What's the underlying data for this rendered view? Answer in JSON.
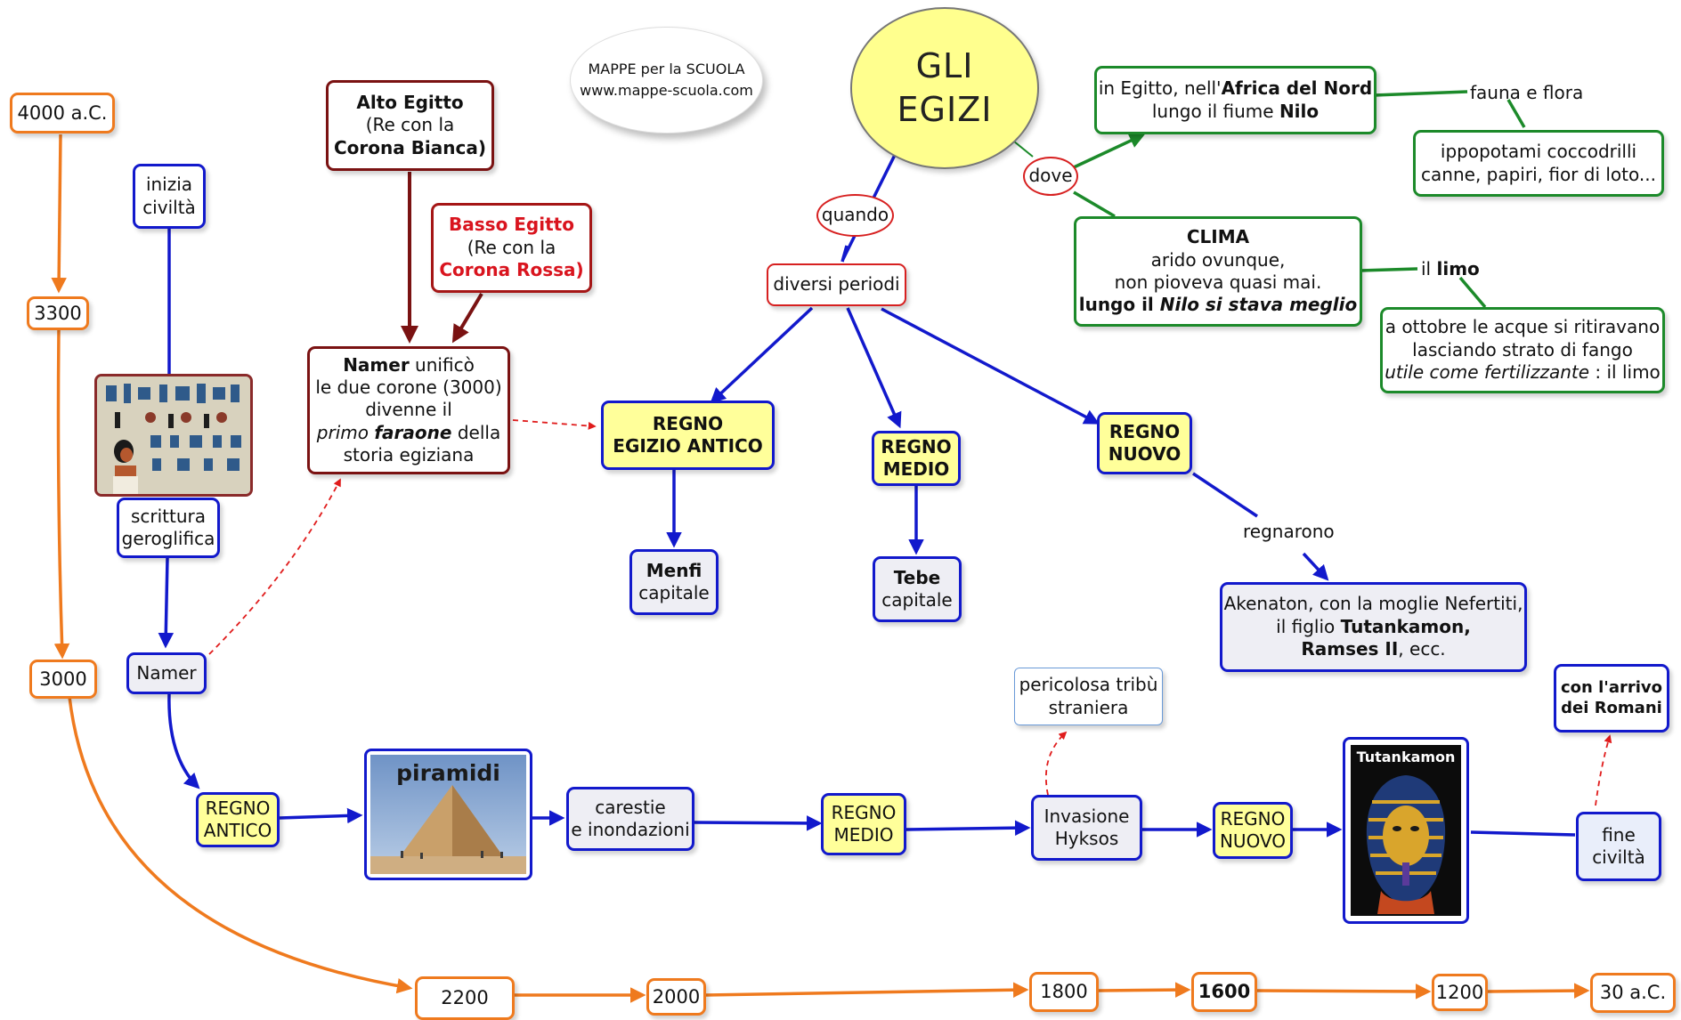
{
  "header": {
    "title_lines": [
      "GLI",
      "EGIZI"
    ],
    "source_lines": [
      "MAPPE per la SCUOLA",
      "www.mappe-scuola.com"
    ]
  },
  "colors": {
    "timeline": "#ef7a1e",
    "flow": "#1219cc",
    "geography": "#1c8a2a",
    "pharaoh": "#7a1212",
    "period": "#ffff9a"
  },
  "timeline": {
    "dates": [
      "4000 a.C.",
      "3300",
      "3000",
      "2200",
      "2000",
      "1800",
      "1600",
      "1200",
      "30 a.C."
    ]
  },
  "writing": {
    "inizia": [
      "inizia",
      "civiltà"
    ],
    "scrittura": [
      "scrittura",
      "geroglifica"
    ],
    "namer": "Namer"
  },
  "egypt_kingdoms": {
    "alto": [
      "Alto Egitto",
      "(Re con la",
      "Corona Bianca)"
    ],
    "basso": [
      "Basso Egitto",
      "(Re con la",
      "Corona Rossa)"
    ],
    "namer_unifico": {
      "l1a": "Namer",
      "l1b": " unificò",
      "l2": "le due corone (3000)",
      "l3": "divenne il",
      "l4a": "primo",
      "l4b": "faraone",
      "l4c": " della",
      "l5": "storia egiziana"
    }
  },
  "when": {
    "quando": "quando",
    "diversi_periodi": "diversi periodi",
    "regno_antico": [
      "REGNO",
      "EGIZIO ANTICO"
    ],
    "regno_medio": [
      "REGNO",
      "MEDIO"
    ],
    "regno_nuovo": [
      "REGNO",
      "NUOVO"
    ],
    "menfi": [
      "Menfi",
      "capitale"
    ],
    "tebe": [
      "Tebe",
      "capitale"
    ],
    "regnarono": "regnarono",
    "akenaton": {
      "l1": "Akenaton, con la moglie Nefertiti,",
      "l2a": "il figlio ",
      "l2b": "Tutankamon,",
      "l3a": "Ramses II",
      "l3b": ", ecc."
    }
  },
  "where": {
    "dove": "dove",
    "location": {
      "l1a": "in Egitto, nell'",
      "l1b": "Africa del Nord",
      "l2a": "lungo il fiume ",
      "l2b": "Nilo"
    },
    "fauna_flora": "fauna e flora",
    "animals": [
      "ippopotami coccodrilli",
      "canne, papiri, fior di loto..."
    ],
    "clima": {
      "title": "CLIMA",
      "l2": "arido ovunque,",
      "l3": "non pioveva quasi mai.",
      "l4a": "lungo il ",
      "l4b": "Nilo si stava meglio"
    },
    "limo": {
      "a": "il ",
      "b": "limo"
    },
    "ottobre": {
      "l1": "a ottobre le acque si ritiravano",
      "l2": "lasciando strato di fango",
      "l3a": "utile come fertilizzante",
      "l3b": " : il limo"
    }
  },
  "bottom_flow": {
    "regno_antico": [
      "REGNO",
      "ANTICO"
    ],
    "piramidi": "piramidi",
    "carestie": [
      "carestie",
      "e inondazioni"
    ],
    "regno_medio": [
      "REGNO",
      "MEDIO"
    ],
    "invasione": [
      "Invasione",
      "Hyksos"
    ],
    "pericolosa": [
      "pericolosa tribù",
      "straniera"
    ],
    "regno_nuovo": [
      "REGNO",
      "NUOVO"
    ],
    "tutankamon": "Tutankamon",
    "fine": [
      "fine",
      "civiltà"
    ],
    "romani": [
      "con l'arrivo",
      "dei Romani"
    ]
  }
}
